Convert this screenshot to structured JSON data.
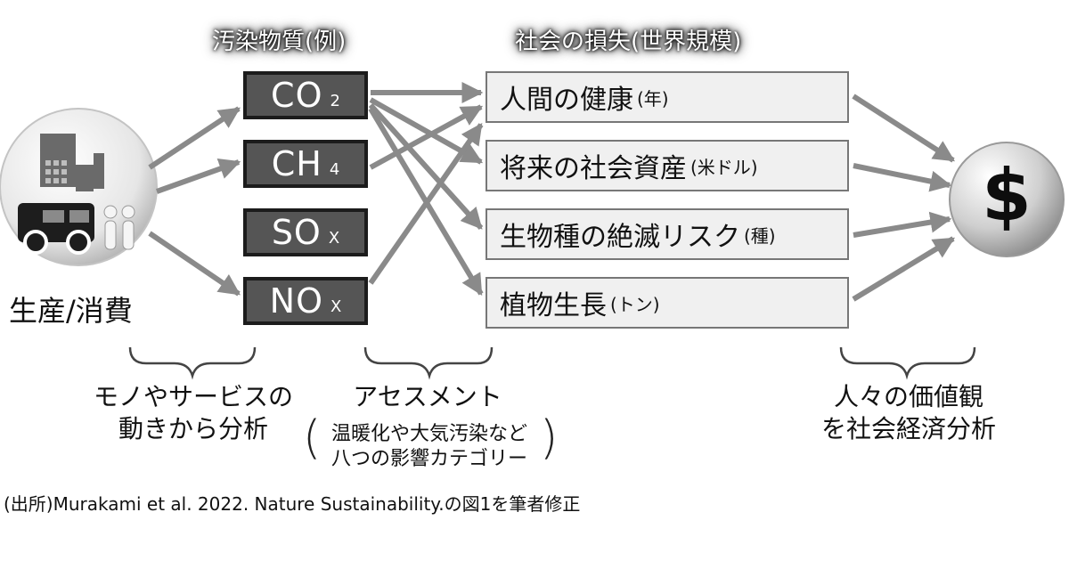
{
  "column_headers": {
    "pollutants": "汚染物質(例)",
    "losses": "社会の損失(世界規模)"
  },
  "source_label": "生産/消費",
  "pollutants": [
    {
      "main": "CO",
      "sub": "2"
    },
    {
      "main": "CH",
      "sub": "4"
    },
    {
      "main": "SO",
      "sub": "X"
    },
    {
      "main": "NO",
      "sub": "X"
    }
  ],
  "losses": [
    {
      "label": "人間の健康",
      "unit": "(年)"
    },
    {
      "label": "将来の社会資産",
      "unit": "(米ドル)"
    },
    {
      "label": "生物種の絶滅リスク",
      "unit": "(種)"
    },
    {
      "label": "植物生長",
      "unit": "(トン)"
    }
  ],
  "value_symbol": "$",
  "captions": {
    "left_line1": "モノやサービスの",
    "left_line2": "動きから分析",
    "middle_title": "アセスメント",
    "middle_line1": "温暖化や大気汚染など",
    "middle_line2": "八つの影響カテゴリー",
    "right_line1": "人々の価値観",
    "right_line2": "を社会経済分析"
  },
  "footnote": "(出所)Murakami et al. 2022. Nature Sustainability.の図1を筆者修正"
}
